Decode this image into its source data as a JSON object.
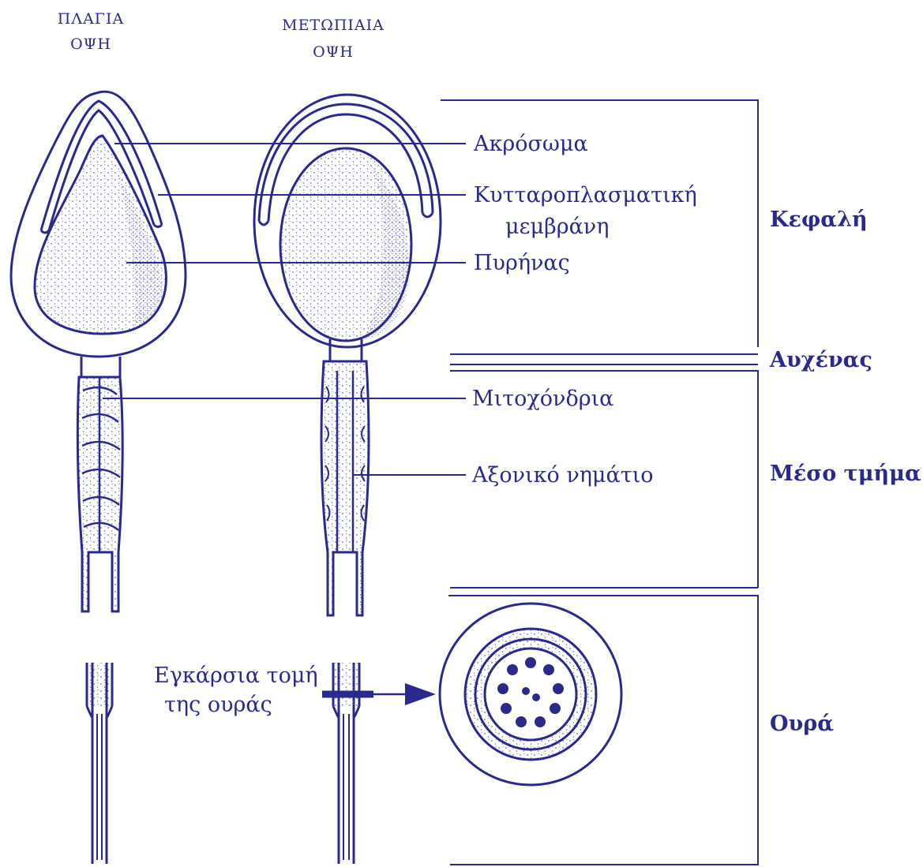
{
  "views": {
    "lateral": {
      "line1": "ΠΛΑΓΙΑ",
      "line2": "ΟΨΗ"
    },
    "frontal": {
      "line1": "ΜΕΤΩΠΙΑΙΑ",
      "line2": "ΟΨΗ"
    }
  },
  "parts": {
    "acrosome": "Ακρόσωμα",
    "membrane_line1": "Κυτταροπλασματική",
    "membrane_line2": "μεμβράνη",
    "nucleus": "Πυρήνας",
    "mitochondria": "Μιτοχόνδρια",
    "axoneme": "Αξονικό νημάτιο",
    "cross_section_line1": "Εγκάρσια τομή",
    "cross_section_line2": "της ουράς"
  },
  "regions": {
    "head": "Κεφαλή",
    "neck": "Αυχένας",
    "midpiece": "Μέσο τμήμα",
    "tail": "Ουρά"
  },
  "colors": {
    "ink": "#2a2a8c",
    "stipple": "#6a6ac0"
  }
}
